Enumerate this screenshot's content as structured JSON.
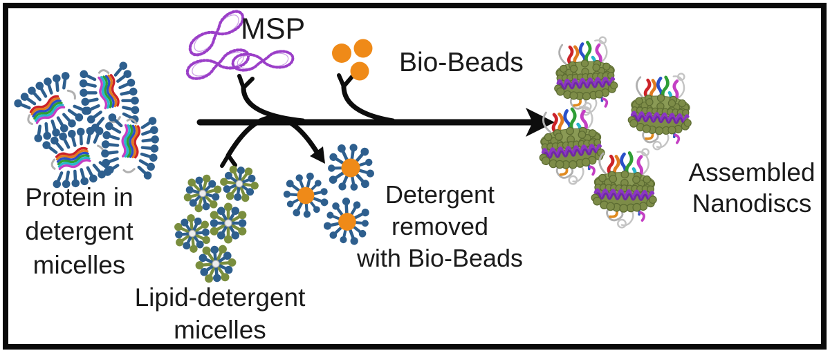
{
  "figure": {
    "type": "scientific-schematic",
    "topic": "Nanodisc assembly workflow"
  },
  "components": {
    "protein_detergent_micelles": {
      "label_lines": [
        "Protein in",
        "detergent",
        "micelles"
      ],
      "count": 4
    },
    "msp": {
      "label": "MSP",
      "count": 3
    },
    "bio_beads": {
      "label": "Bio-Beads",
      "count": 3
    },
    "lipid_detergent_micelles": {
      "label_lines": [
        "Lipid-detergent",
        "micelles"
      ],
      "count": 5
    },
    "detergent_removed": {
      "label_lines": [
        "Detergent",
        "removed",
        "with Bio-Beads"
      ],
      "count": 3
    },
    "assembled_nanodiscs": {
      "label_lines": [
        "Assembled",
        "Nanodiscs"
      ],
      "count": 4
    }
  },
  "colors": {
    "text": "#1a1a1a",
    "arrow_black": "#0d0d0d",
    "detergent_blue": "#2e5f8e",
    "lipid_green": "#7a8e3e",
    "bio_bead_orange": "#ef8a18",
    "msp_purple": "#9b3fc8",
    "nanodisc_lipid": "#7d8c48",
    "nanodisc_belt": "#8b35c4"
  }
}
